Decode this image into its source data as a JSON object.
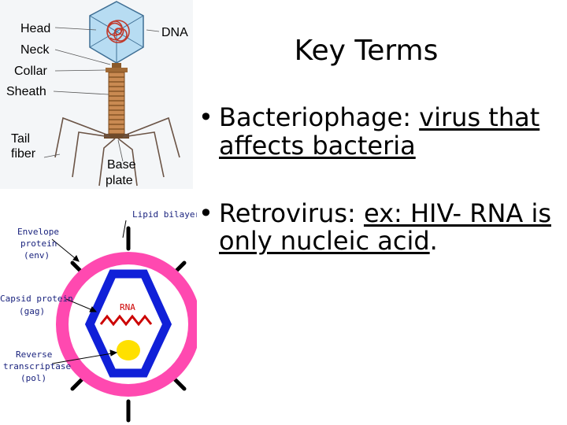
{
  "slide": {
    "title": "Key Terms",
    "bullets": [
      {
        "term": "Bacteriophage:",
        "definition": "virus that affects bacteria"
      },
      {
        "term": "Retrovirus:",
        "definition": "ex: HIV- RNA is only nucleic acid",
        "end": "."
      }
    ]
  },
  "phage_figure": {
    "labels": {
      "head": "Head",
      "neck": "Neck",
      "collar": "Collar",
      "sheath": "Sheath",
      "tail_fiber": [
        "Tail",
        "fiber"
      ],
      "base_plate": [
        "Base",
        "plate"
      ],
      "dna": "DNA"
    }
  },
  "retrovirus_figure": {
    "labels": {
      "lipid_bilayer": "Lipid bilayer",
      "envelope_protein": [
        "Envelope",
        "protein",
        "(env)"
      ],
      "capsid_protein": [
        "Capsid protein",
        "(gag)"
      ],
      "reverse_transcriptase": [
        "Reverse",
        "transcriptase",
        "(pol)"
      ],
      "rna": "RNA"
    }
  },
  "colors": {
    "envelope": "#ff49b0",
    "capsid": "#1020d8",
    "enzyme": "#ffe000",
    "label_blue": "#1a237e",
    "label_red": "#cc0000",
    "sheath": "#c98a52"
  }
}
